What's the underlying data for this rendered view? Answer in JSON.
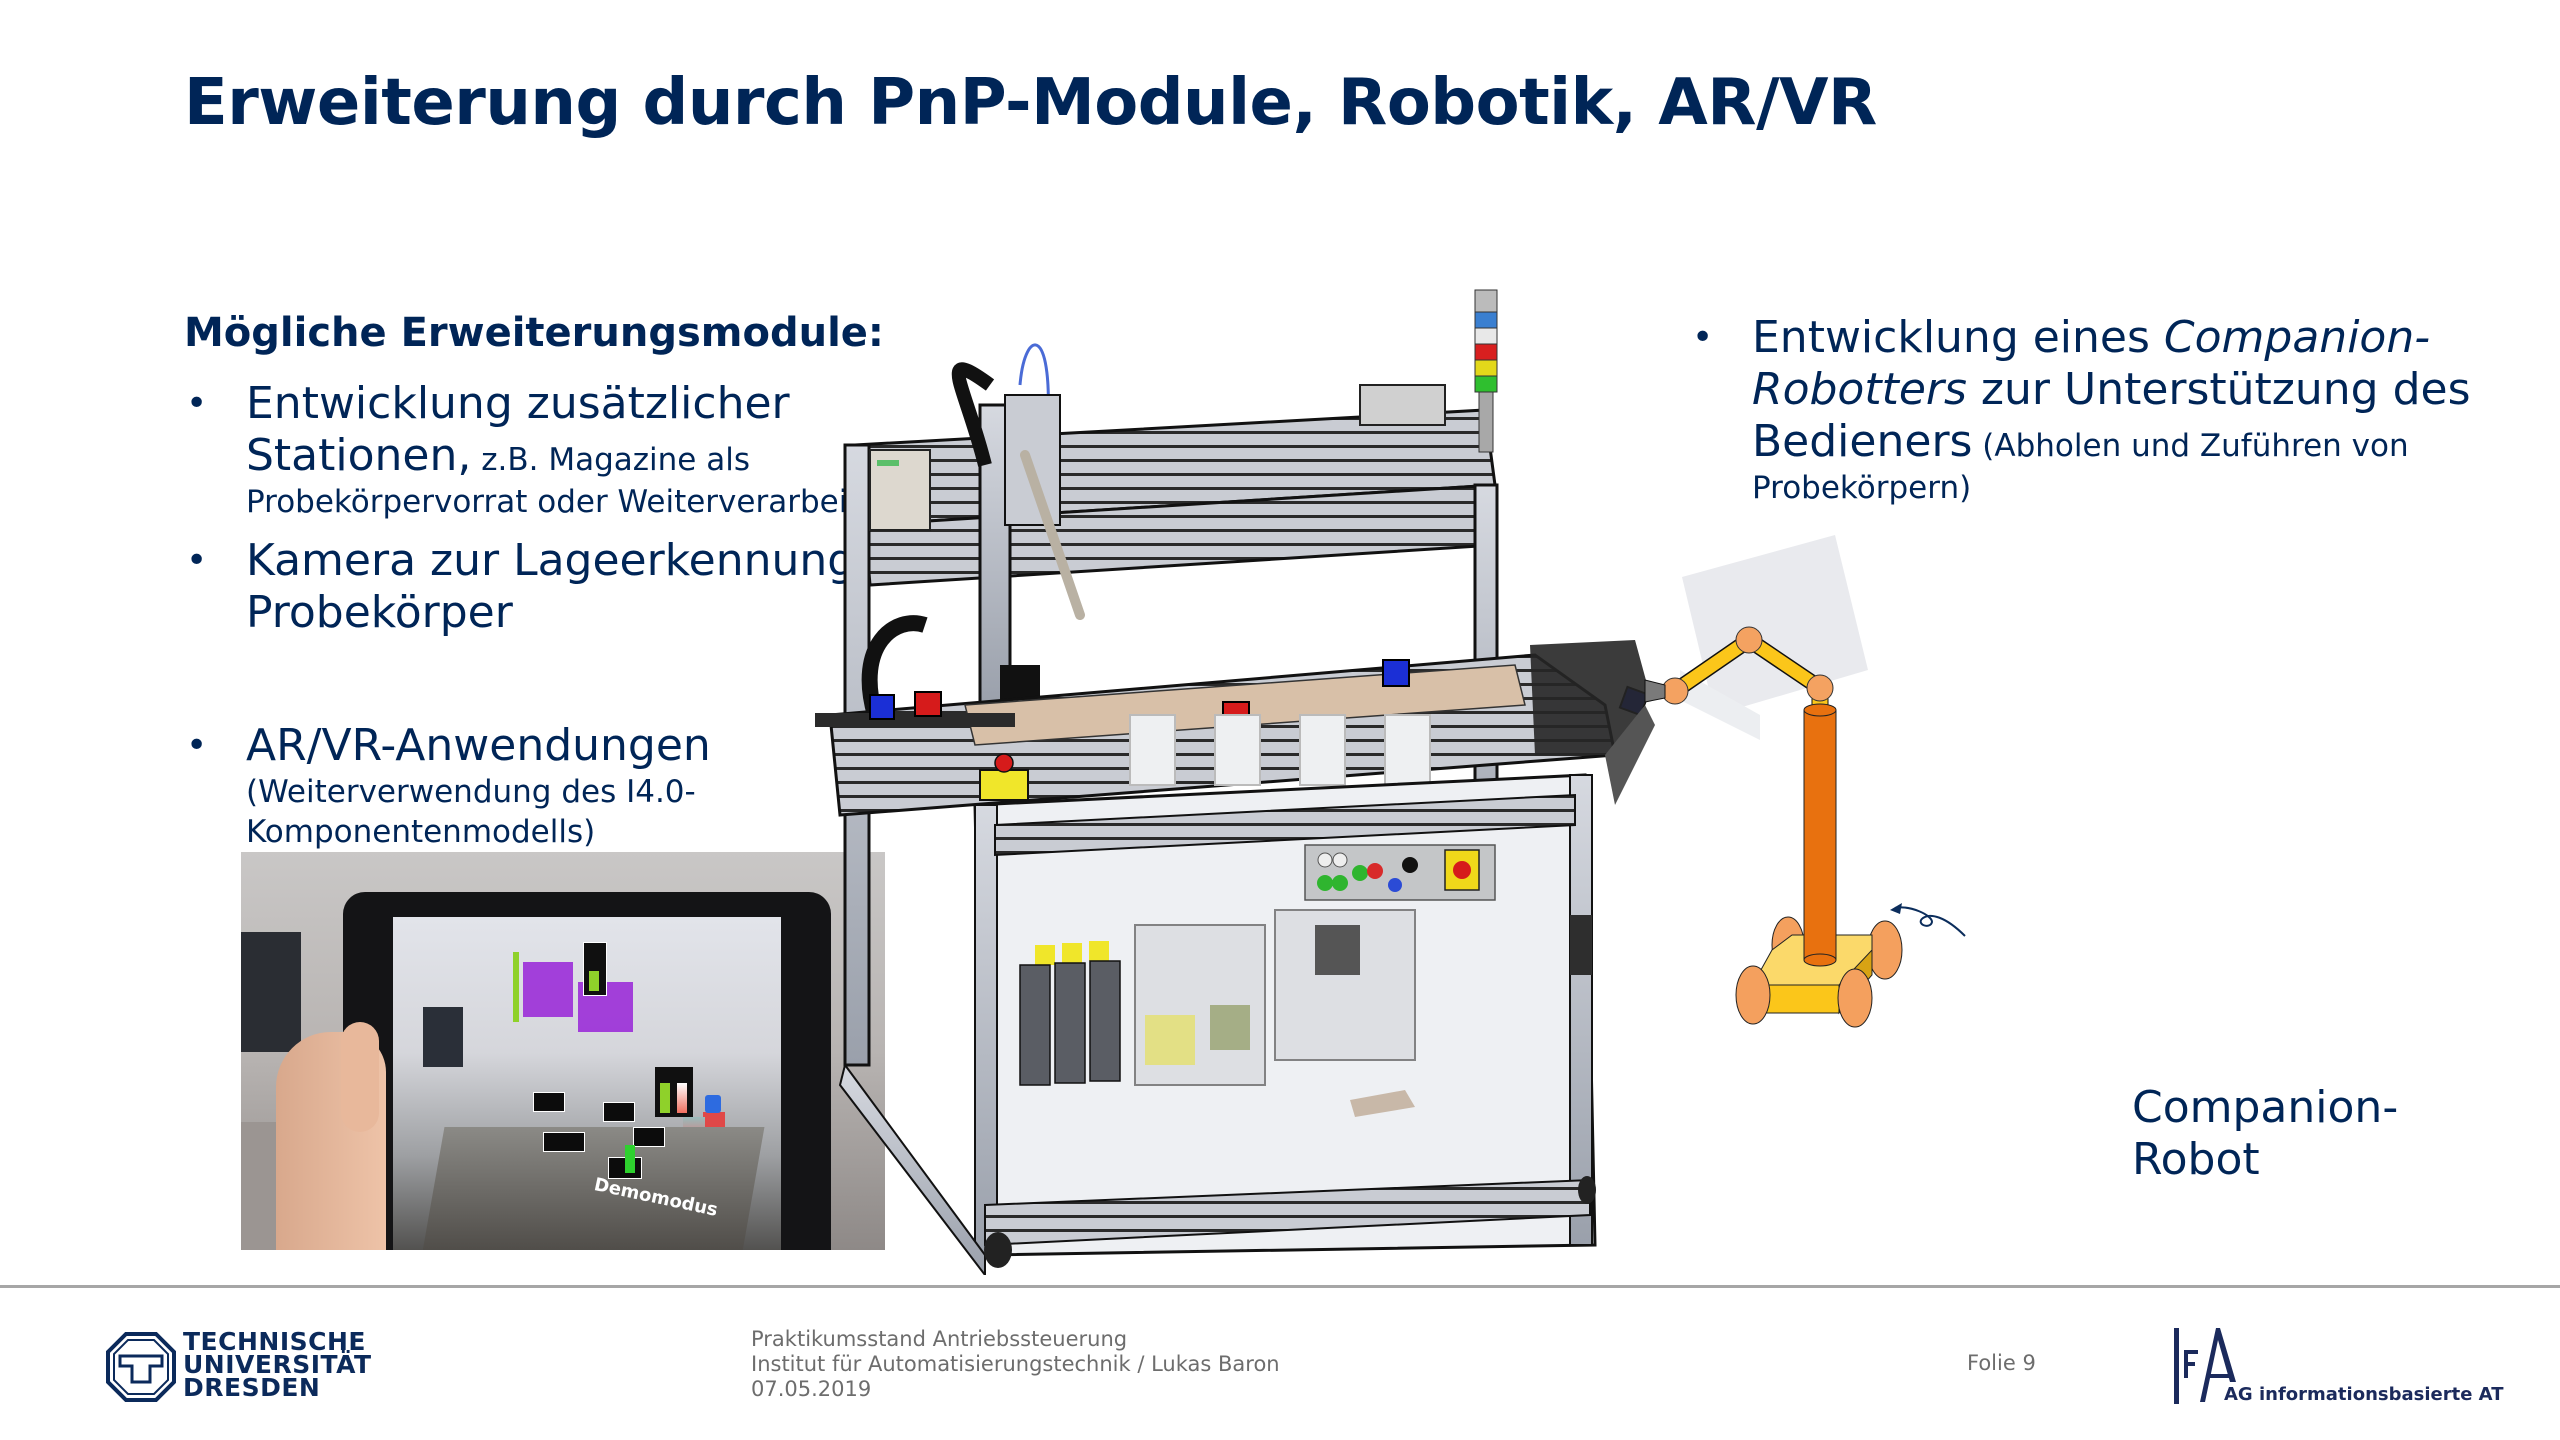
{
  "slide": {
    "title": "Erweiterung durch PnP-Module, Robotik, AR/VR",
    "left_column": {
      "heading": "Mögliche Erweiterungsmodule:",
      "bullets": [
        {
          "line1": "Entwicklung zusätzlicher",
          "line2_main": "Stationen,",
          "line2_small": " z.B. Magazine als",
          "line3_small": "Probekörpervorrat oder Weiterverarbeitung"
        },
        {
          "line1": "Kamera zur Lageerkennung der",
          "line2": "Probekörper"
        },
        {
          "line1": "AR/VR-Anwendungen",
          "line2_small": "(Weiterverwendung des I4.0-",
          "line3_small": "Komponentenmodells)"
        }
      ],
      "bullet_symbol": "•"
    },
    "right_column": {
      "bullet": {
        "line1_normal": "Entwicklung eines ",
        "line1_italic": "Companion-",
        "line2_italic": "Robotters",
        "line2_normal": " zur Unterstützung des",
        "line3_main": "Bedieners",
        "line3_small": " (Abholen und Zuführen von",
        "line4_small": "Probekörpern)"
      }
    },
    "figures": {
      "ar_photo": {
        "overlay_text": "Demomodus",
        "nav_icons": [
          "back-icon",
          "home-icon",
          "recents-icon"
        ]
      },
      "machine": {
        "stack_light_colors": [
          "#3a7fd0",
          "#e8e8e8",
          "#d81f1f",
          "#e3d81a",
          "#2fbf2f"
        ],
        "workpiece_colors": [
          "#1b2fd6",
          "#d61b1b"
        ]
      },
      "robot": {
        "label_line1": "Companion-",
        "label_line2": "Robot",
        "colors": {
          "column": "#e8710f",
          "arm": "#fbc61a",
          "joints": "#f4a261",
          "base_top": "#fbd96a",
          "base_front": "#fbc61a",
          "wheels": "#f4a05e"
        }
      }
    }
  },
  "footer": {
    "university": [
      "TECHNISCHE",
      "UNIVERSITÄT",
      "DRESDEN"
    ],
    "line1": "Praktikumsstand Antriebssteuerung",
    "line2": "Institut für Automatisierungstechnik  / Lukas Baron",
    "line3": "07.05.2019",
    "slide_number": "Folie 9",
    "group_logo_letters": "IFA",
    "group_name": "AG informationsbasierte AT"
  },
  "colors": {
    "primary": "#002557",
    "footer_text": "#6d6d6d",
    "footer_line": "#a6a6a6"
  }
}
